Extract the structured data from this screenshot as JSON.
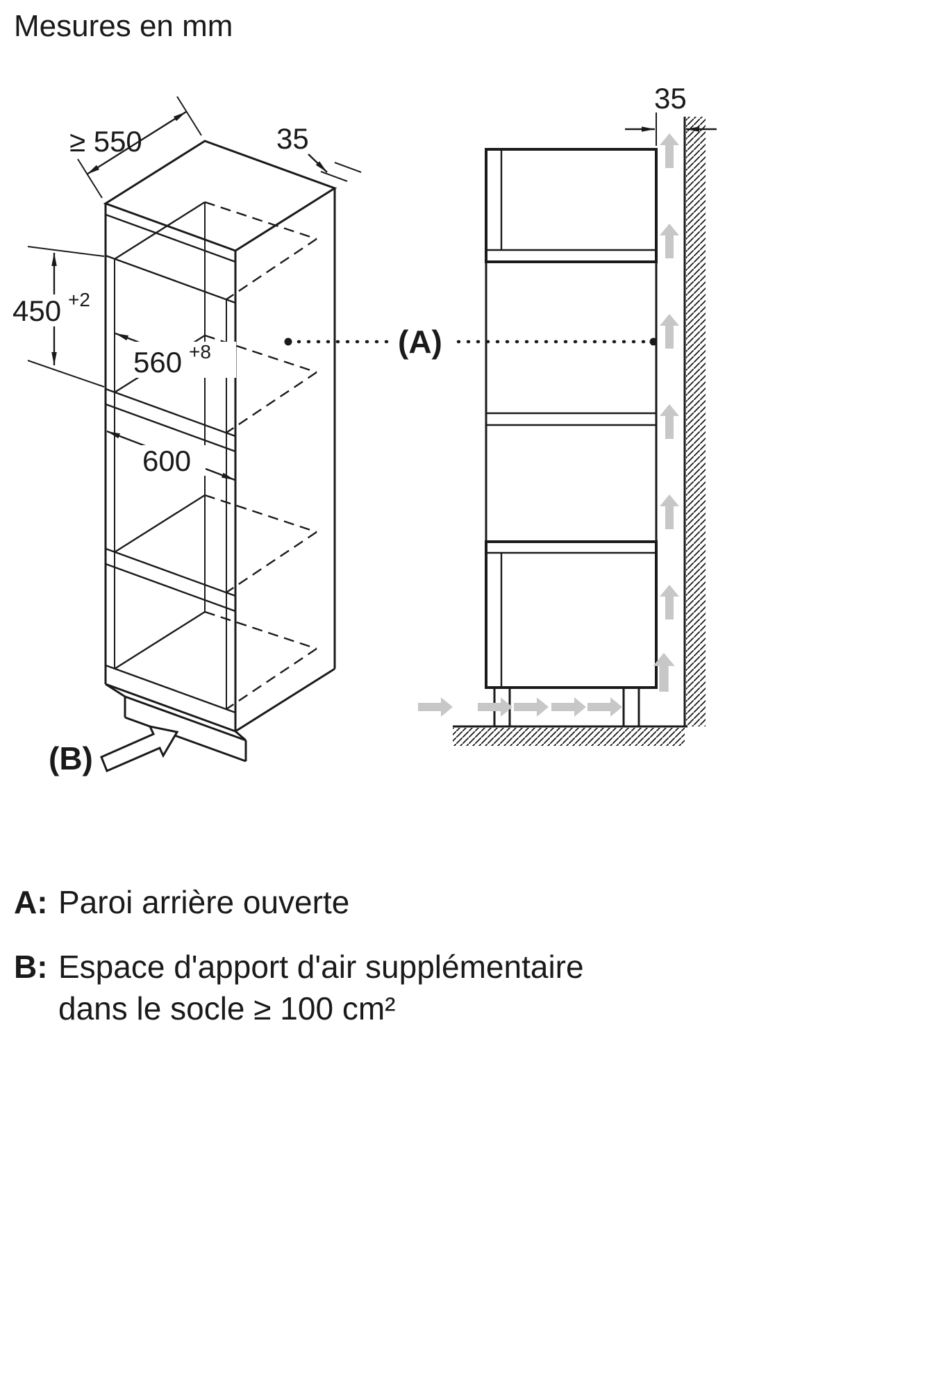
{
  "title": "Mesures en mm",
  "left_view": {
    "dim_depth": "≥ 550",
    "dim_top_gap": "35",
    "dim_height": "450",
    "dim_height_tol": "+2",
    "dim_niche_width": "560",
    "dim_niche_width_tol": "+8",
    "dim_width": "600",
    "marker_b": "(B)"
  },
  "right_view": {
    "dim_wall_gap": "35",
    "marker_a": "(A)"
  },
  "legend": {
    "a_key": "A:",
    "a_text": "Paroi arrière ouverte",
    "b_key": "B:",
    "b_line1": "Espace d'apport d'air supplémentaire",
    "b_line2": "dans le socle ≥ 100 cm²"
  },
  "colors": {
    "line": "#1a1a1a",
    "airflow": "#c7c7c7",
    "background": "#ffffff"
  }
}
